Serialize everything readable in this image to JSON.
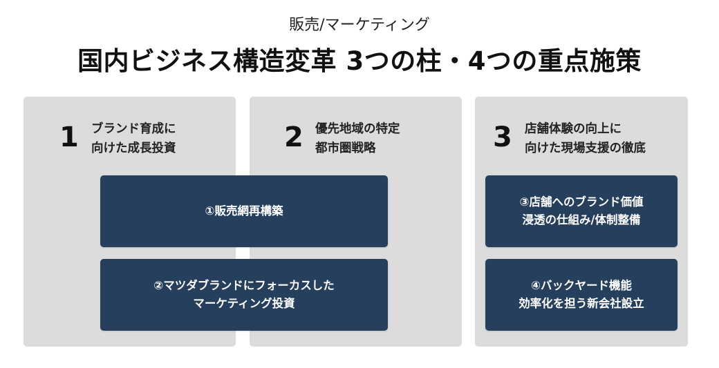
{
  "header": {
    "subtitle": "販売/マーケティング",
    "title": "国内ビジネス構造変革 3つの柱・4つの重点施策"
  },
  "pillars": [
    {
      "number": "1",
      "lines": [
        "ブランド育成に",
        "向けた成長投資"
      ]
    },
    {
      "number": "2",
      "lines": [
        "優先地域の特定",
        "都市圏戦略"
      ]
    },
    {
      "number": "3",
      "lines": [
        "店舗体験の向上に",
        "向けた現場支援の徹底"
      ]
    }
  ],
  "measures": [
    {
      "lines": [
        "①販売網再構築"
      ]
    },
    {
      "lines": [
        "②マツダブランドにフォーカスした",
        "マーケティング投資"
      ]
    },
    {
      "lines": [
        "③店舗へのブランド価値",
        "浸透の仕組み/体制整備"
      ]
    },
    {
      "lines": [
        "④バックヤード機能",
        "効率化を担う新会社設立"
      ]
    }
  ],
  "colors": {
    "pillar_background": "#dcdcdc",
    "measure_background": "#263f5c",
    "measure_text": "#ffffff"
  }
}
